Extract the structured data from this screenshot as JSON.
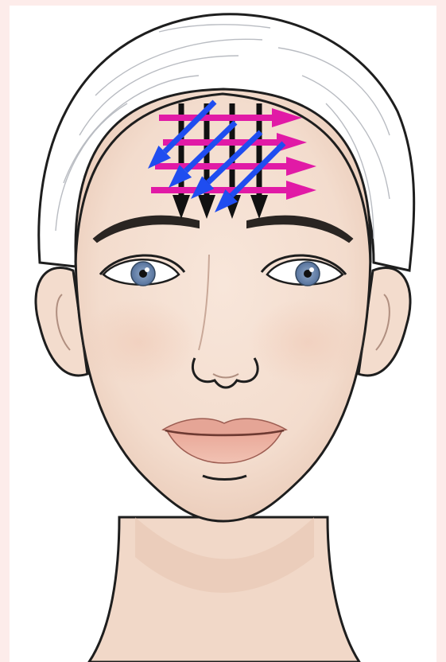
{
  "colors": {
    "page_border": "#fdecea",
    "panel": "#ffffff",
    "skin": "#f6e1d3",
    "skin_shadow": "#ecc9b6",
    "hair": "#ffffff",
    "hair_line": "#b9bcc2",
    "outline": "#1e1e1e",
    "iris": "#6c88b0",
    "lips": "#e5a596",
    "arrow_horizontal": "#e11aa6",
    "arrow_vertical": "#111111",
    "arrow_diagonal": "#1f4df0"
  },
  "illustration": {
    "subject": "face-front-view",
    "forehead_massage_arrows": {
      "horizontal_count": 4,
      "vertical_count": 4,
      "diagonal_count": 4
    }
  }
}
